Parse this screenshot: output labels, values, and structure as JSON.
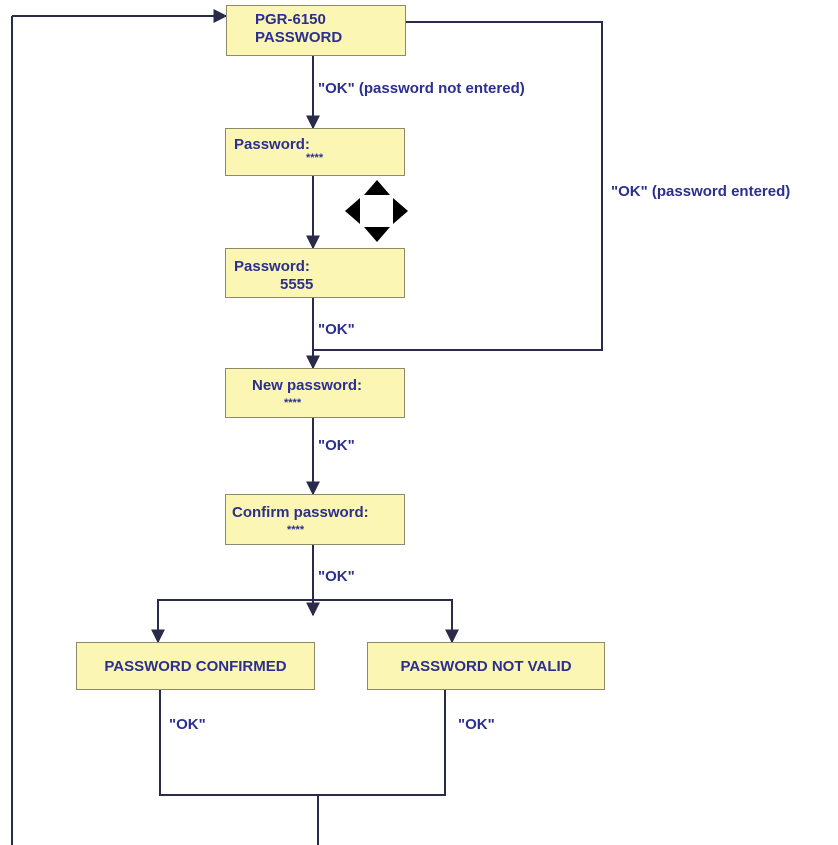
{
  "boxes": {
    "start": {
      "line1": "PGR-6150",
      "line2": "PASSWORD"
    },
    "password_empty": {
      "line1": "Password:",
      "line2": "****"
    },
    "password_entered": {
      "line1": "Password:",
      "line2": "5555"
    },
    "new_password": {
      "line1": "New password:",
      "line2": "****"
    },
    "confirm_password": {
      "line1": "Confirm password:",
      "line2": "****"
    },
    "confirmed": {
      "text": "PASSWORD CONFIRMED"
    },
    "not_valid": {
      "text": "PASSWORD NOT VALID"
    }
  },
  "labels": {
    "ok_not_entered": "\"OK\" (password not entered)",
    "ok_entered": "\"OK\" (password entered)",
    "ok_1": "\"OK\"",
    "ok_2": "\"OK\"",
    "ok_3": "\"OK\"",
    "ok_confirmed": "\"OK\"",
    "ok_not_valid": "\"OK\""
  },
  "colors": {
    "box_fill": "#fbf6b3",
    "text": "#2b2f8f",
    "line": "#2a2a4a"
  },
  "icons": {
    "navigation": "four-way-arrow-icon"
  }
}
